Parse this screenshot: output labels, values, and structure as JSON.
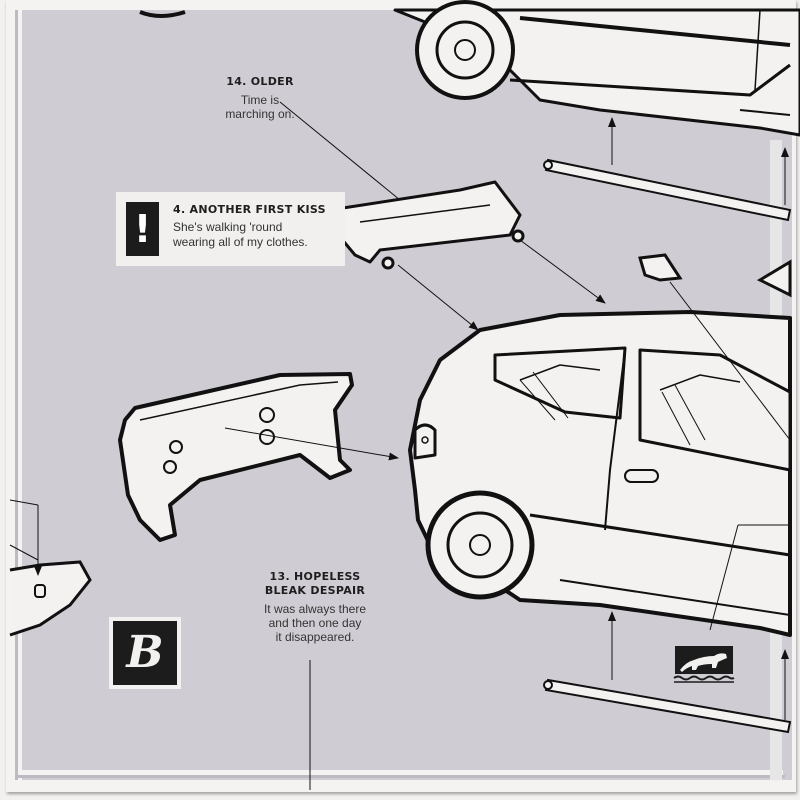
{
  "annotations": {
    "older": {
      "title": "14. OLDER",
      "text_line1": "Time is",
      "text_line2": "marching on."
    },
    "another_first_kiss": {
      "icon": "exclamation-icon",
      "icon_glyph": "!",
      "title": "4. ANOTHER FIRST KISS",
      "text_line1": "She's walking 'round",
      "text_line2": "wearing all of my clothes."
    },
    "hopeless": {
      "title_line1": "13. HOPELESS",
      "title_line2": "BLEAK DESPAIR",
      "text_line1": "It was always there",
      "text_line2": "and then one day",
      "text_line3": "it disappeared."
    }
  },
  "side_badge": {
    "letter": "B"
  },
  "logo": {
    "name": "otter-on-waves-logo"
  },
  "colors": {
    "panel": "#cfcdd3",
    "paper": "#f4f3f2",
    "ink": "#1c1c1c"
  }
}
